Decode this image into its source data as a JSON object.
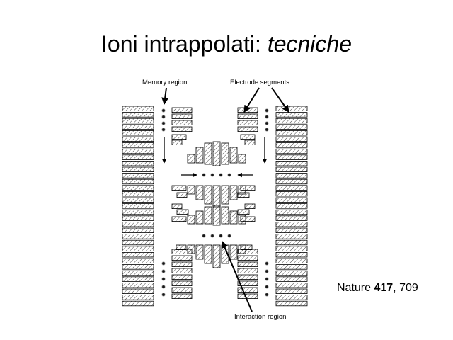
{
  "slide": {
    "title_main": "Ioni intrappolati: ",
    "title_italic": "tecniche"
  },
  "figure": {
    "label_memory": "Memory region",
    "label_electrodes": "Electrode segments",
    "label_interaction": "Interaction region"
  },
  "citation": {
    "journal": "Nature ",
    "volume": "417",
    "pages": ", 709"
  },
  "colors": {
    "ink": "#000000",
    "hatch": "#444444",
    "background": "#ffffff"
  }
}
